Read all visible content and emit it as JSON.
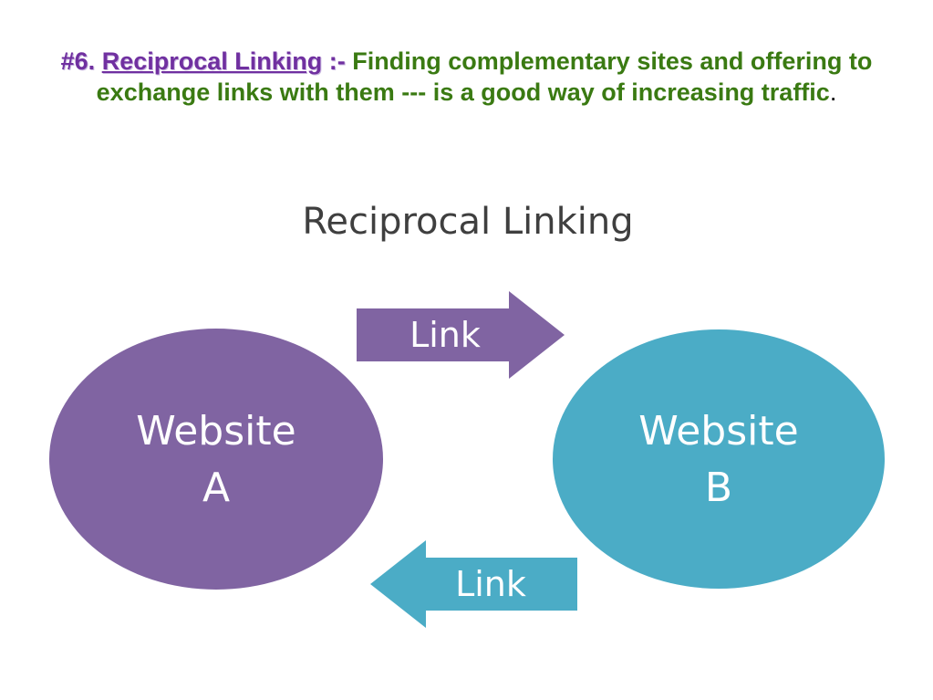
{
  "heading": {
    "number": "#6.",
    "term": "Reciprocal Linking",
    "separator": ":-",
    "description": "Finding complementary sites and offering to exchange links with them --- is a good way of increasing traffic",
    "period": "."
  },
  "diagram": {
    "title": "Reciprocal Linking",
    "website_a": {
      "line1": "Website",
      "line2": "A",
      "color": "#8064a2"
    },
    "website_b": {
      "line1": "Website",
      "line2": "B",
      "color": "#4bacc6"
    },
    "arrow_top": {
      "label": "Link",
      "direction": "right",
      "color": "#8064a2"
    },
    "arrow_bottom": {
      "label": "Link",
      "direction": "left",
      "color": "#4bacc6"
    }
  }
}
